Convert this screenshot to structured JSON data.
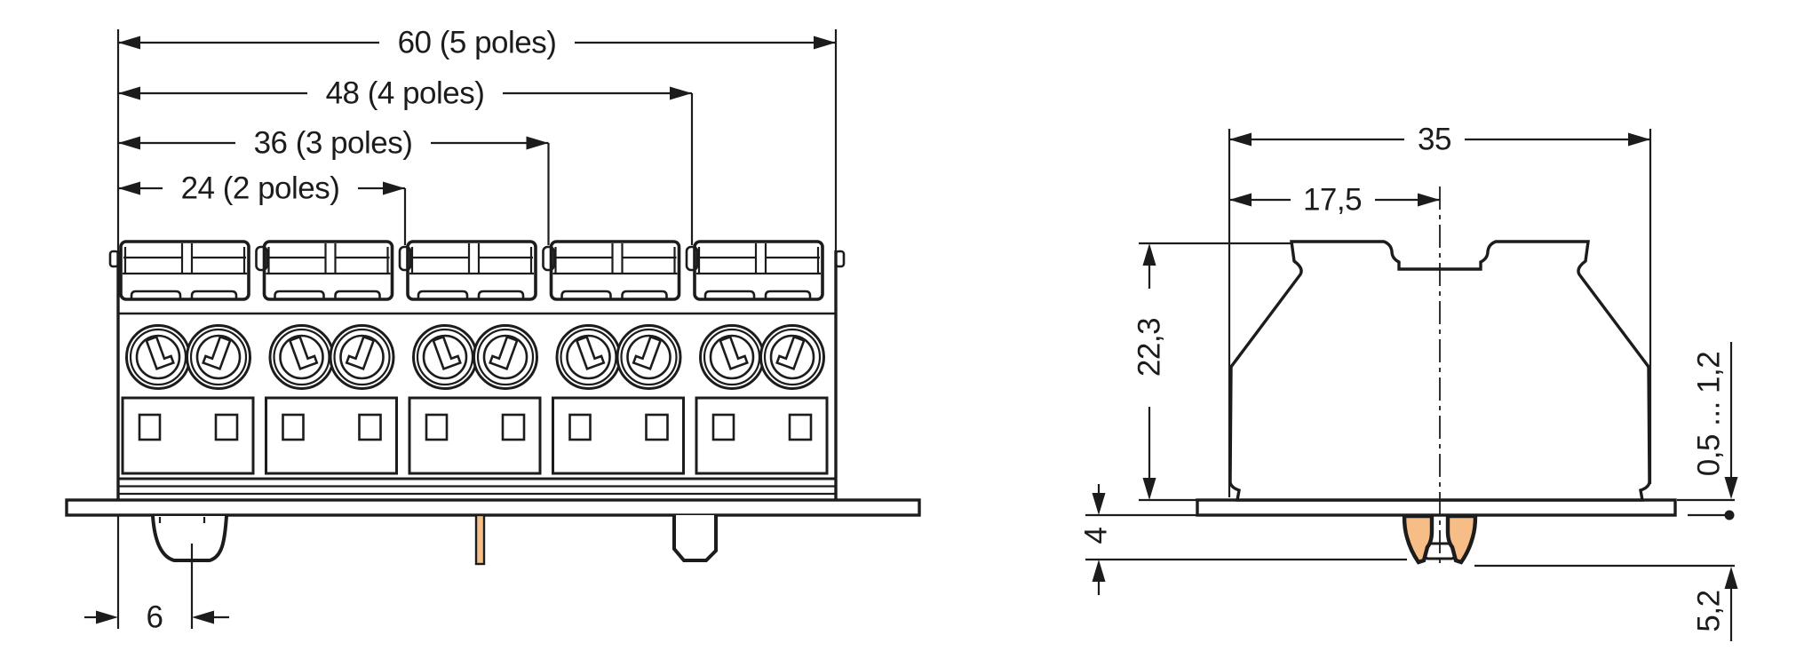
{
  "drawing": {
    "front_view": {
      "width_dims": [
        {
          "label": "60 (5 poles)"
        },
        {
          "label": "48 (4 poles)"
        },
        {
          "label": "36 (3 poles)"
        },
        {
          "label": "24 (2 poles)"
        }
      ],
      "foot_offset": "6"
    },
    "side_view": {
      "overall_width": "35",
      "center_offset": "17,5",
      "body_height": "22,3",
      "panel_thickness_range": "0,5 ... 1,2",
      "snap_depth": "4",
      "overall_depth": "5,2"
    },
    "colors": {
      "panel_fill": "#aac1cc",
      "contact_fill": "#f6bd87",
      "line": "#1c1c1c"
    }
  }
}
